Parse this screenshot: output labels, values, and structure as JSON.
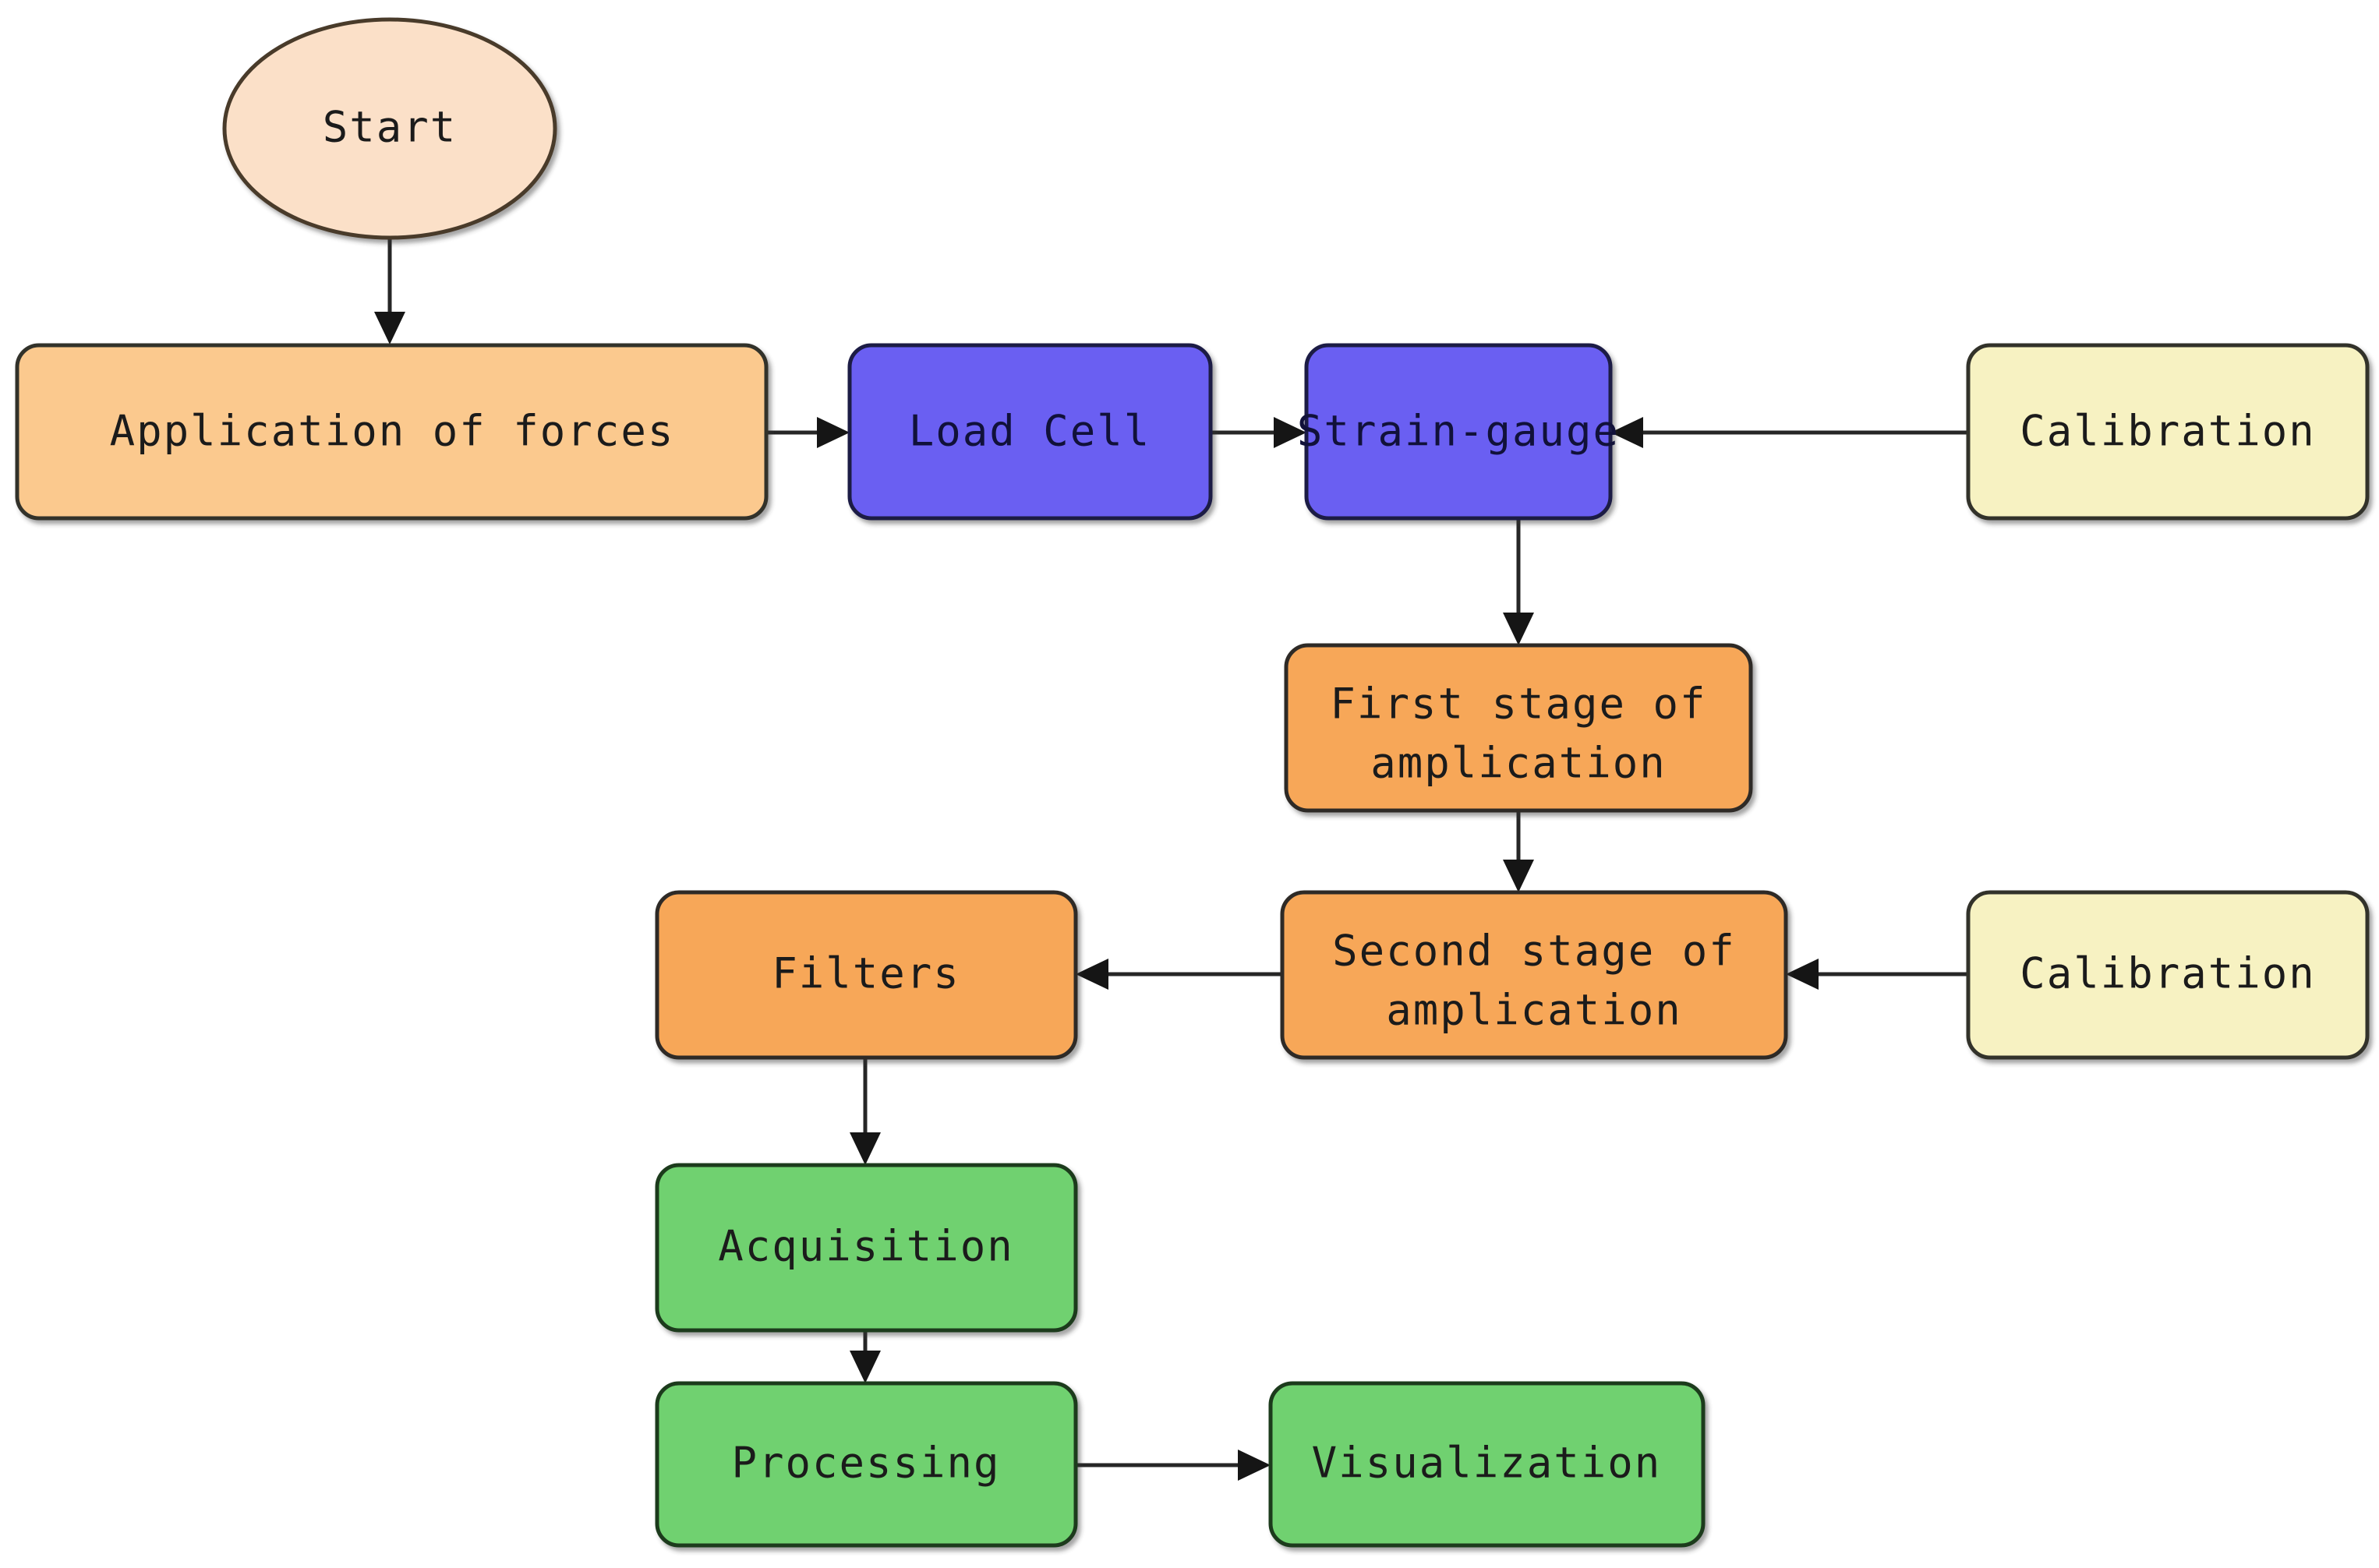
{
  "diagram": {
    "title": "Load cell signal acquisition flowchart",
    "background": "#ffffff",
    "palette": {
      "start_fill": "#fbe0c8",
      "start_stroke": "#4a3a2c",
      "light_orange_fill": "#fbc98e",
      "light_orange_stroke": "#33302c",
      "deep_orange_fill": "#f7a759",
      "deep_orange_stroke": "#2f2c28",
      "blue_fill": "#6a5ef2",
      "blue_stroke": "#1d1b45",
      "yellow_fill": "#f7f2c2",
      "yellow_stroke": "#33322a",
      "green_fill": "#6fd16f",
      "green_stroke": "#1f3a1f",
      "edge_color": "#262626",
      "text_color": "#1b1b1b"
    },
    "nodes": [
      {
        "id": "start",
        "label": "Start",
        "shape": "ellipse",
        "style": "start"
      },
      {
        "id": "forces",
        "label": "Application of forces",
        "shape": "rounded-rect",
        "style": "light-orange"
      },
      {
        "id": "loadcell",
        "label": "Load Cell",
        "shape": "rounded-rect",
        "style": "blue"
      },
      {
        "id": "strain",
        "label": "Strain-gauge",
        "shape": "rounded-rect",
        "style": "blue"
      },
      {
        "id": "calib1",
        "label": "Calibration",
        "shape": "rounded-rect",
        "style": "yellow"
      },
      {
        "id": "amp1",
        "label_line1": "First stage of",
        "label_line2": "amplication",
        "shape": "rounded-rect",
        "style": "deep-orange"
      },
      {
        "id": "amp2",
        "label_line1": "Second stage of",
        "label_line2": "amplication",
        "shape": "rounded-rect",
        "style": "deep-orange"
      },
      {
        "id": "calib2",
        "label": "Calibration",
        "shape": "rounded-rect",
        "style": "yellow"
      },
      {
        "id": "filters",
        "label": "Filters",
        "shape": "rounded-rect",
        "style": "deep-orange"
      },
      {
        "id": "acq",
        "label": "Acquisition",
        "shape": "rounded-rect",
        "style": "green"
      },
      {
        "id": "proc",
        "label": "Processing",
        "shape": "rounded-rect",
        "style": "green"
      },
      {
        "id": "viz",
        "label": "Visualization",
        "shape": "rounded-rect",
        "style": "green"
      }
    ],
    "edges": [
      {
        "from": "start",
        "to": "forces",
        "direction": "down"
      },
      {
        "from": "forces",
        "to": "loadcell",
        "direction": "right"
      },
      {
        "from": "loadcell",
        "to": "strain",
        "direction": "right"
      },
      {
        "from": "calib1",
        "to": "strain",
        "direction": "left"
      },
      {
        "from": "strain",
        "to": "amp1",
        "direction": "down"
      },
      {
        "from": "amp1",
        "to": "amp2",
        "direction": "down"
      },
      {
        "from": "amp2",
        "to": "filters",
        "direction": "left"
      },
      {
        "from": "calib2",
        "to": "amp2",
        "direction": "left"
      },
      {
        "from": "filters",
        "to": "acq",
        "direction": "down"
      },
      {
        "from": "acq",
        "to": "proc",
        "direction": "down"
      },
      {
        "from": "proc",
        "to": "viz",
        "direction": "right"
      }
    ]
  }
}
